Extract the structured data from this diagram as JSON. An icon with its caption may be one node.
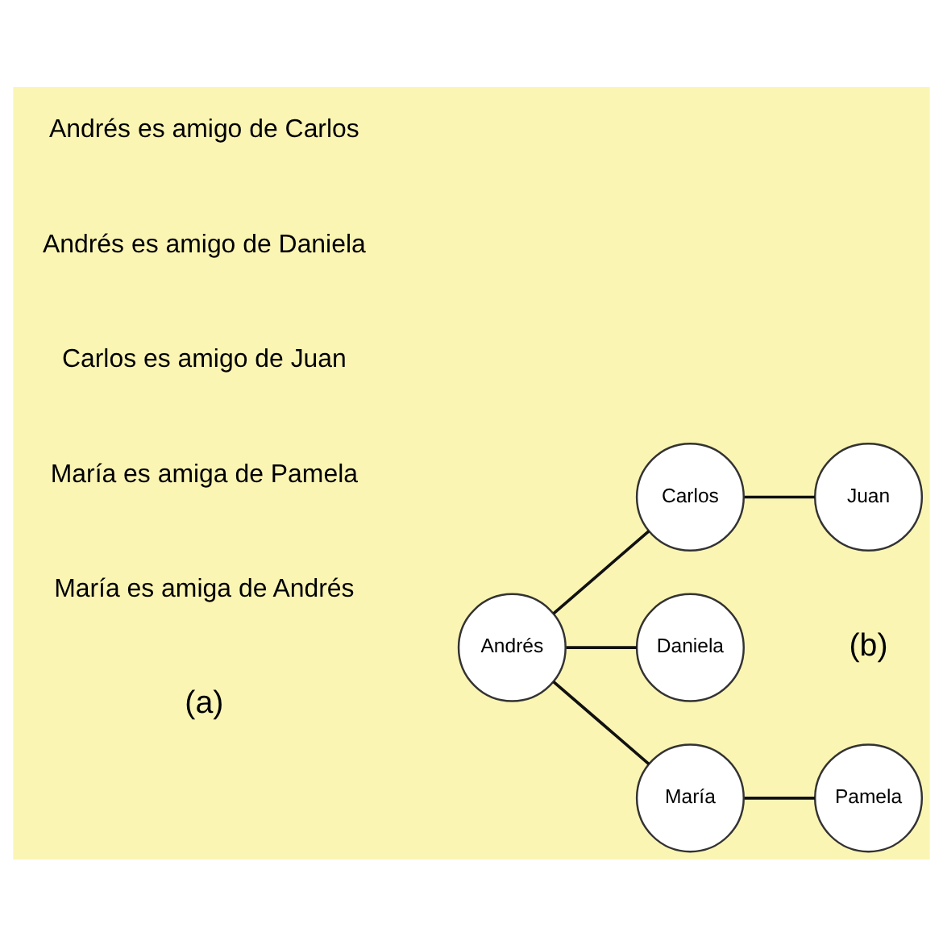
{
  "diagram": {
    "nodes": [
      {
        "text": [
          "Juan"
        ]
      },
      {
        "text": [
          "Carlos"
        ]
      },
      {
        "text": [
          "Daniela"
        ]
      },
      {
        "text": [
          "Andrés"
        ]
      },
      {
        "text": [
          "María"
        ]
      },
      {
        "text": [
          "Pamela"
        ]
      }
    ],
    "edges": [
      {
        "from": 1,
        "to": 0,
        "arrow": "none"
      },
      {
        "from": 3,
        "to": 1,
        "arrow": "none"
      },
      {
        "from": 3,
        "to": 2,
        "arrow": "none"
      },
      {
        "from": 3,
        "to": 4,
        "arrow": "none"
      },
      {
        "from": 4,
        "to": 5,
        "arrow": "none"
      }
    ],
    "labels": [
      "Andrés es amigo de Carlos",
      "Andrés es amigo de Daniela",
      "Carlos es amigo de Juan",
      "María es amiga de Pamela",
      "María es amiga de Andrés",
      "(a)",
      "(b)"
    ]
  }
}
